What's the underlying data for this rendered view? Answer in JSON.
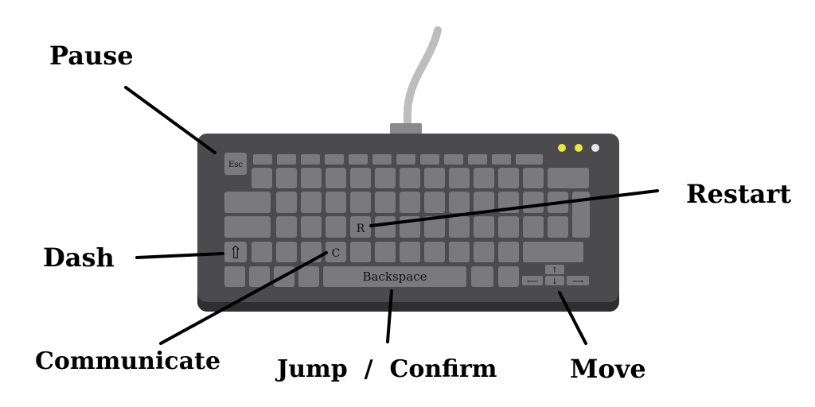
{
  "callouts": {
    "pause": "Pause",
    "restart": "Restart",
    "dash": "Dash",
    "communicate": "Communicate",
    "jump_confirm": "Jump  /  Confirm",
    "move": "Move"
  },
  "keys": {
    "esc": "Esc",
    "r": "R",
    "c": "C",
    "backspace": "Backspace",
    "arrow_up": "↑",
    "arrow_down": "↓",
    "arrow_left": "⟵",
    "arrow_right": "⟶",
    "shift": "⇧"
  },
  "colors": {
    "body": "#4b4b4d",
    "key": "#7a7a7d",
    "led_on": "#e8e83a",
    "led_off": "#e6e6e6",
    "cable": "#bdbdbd"
  }
}
